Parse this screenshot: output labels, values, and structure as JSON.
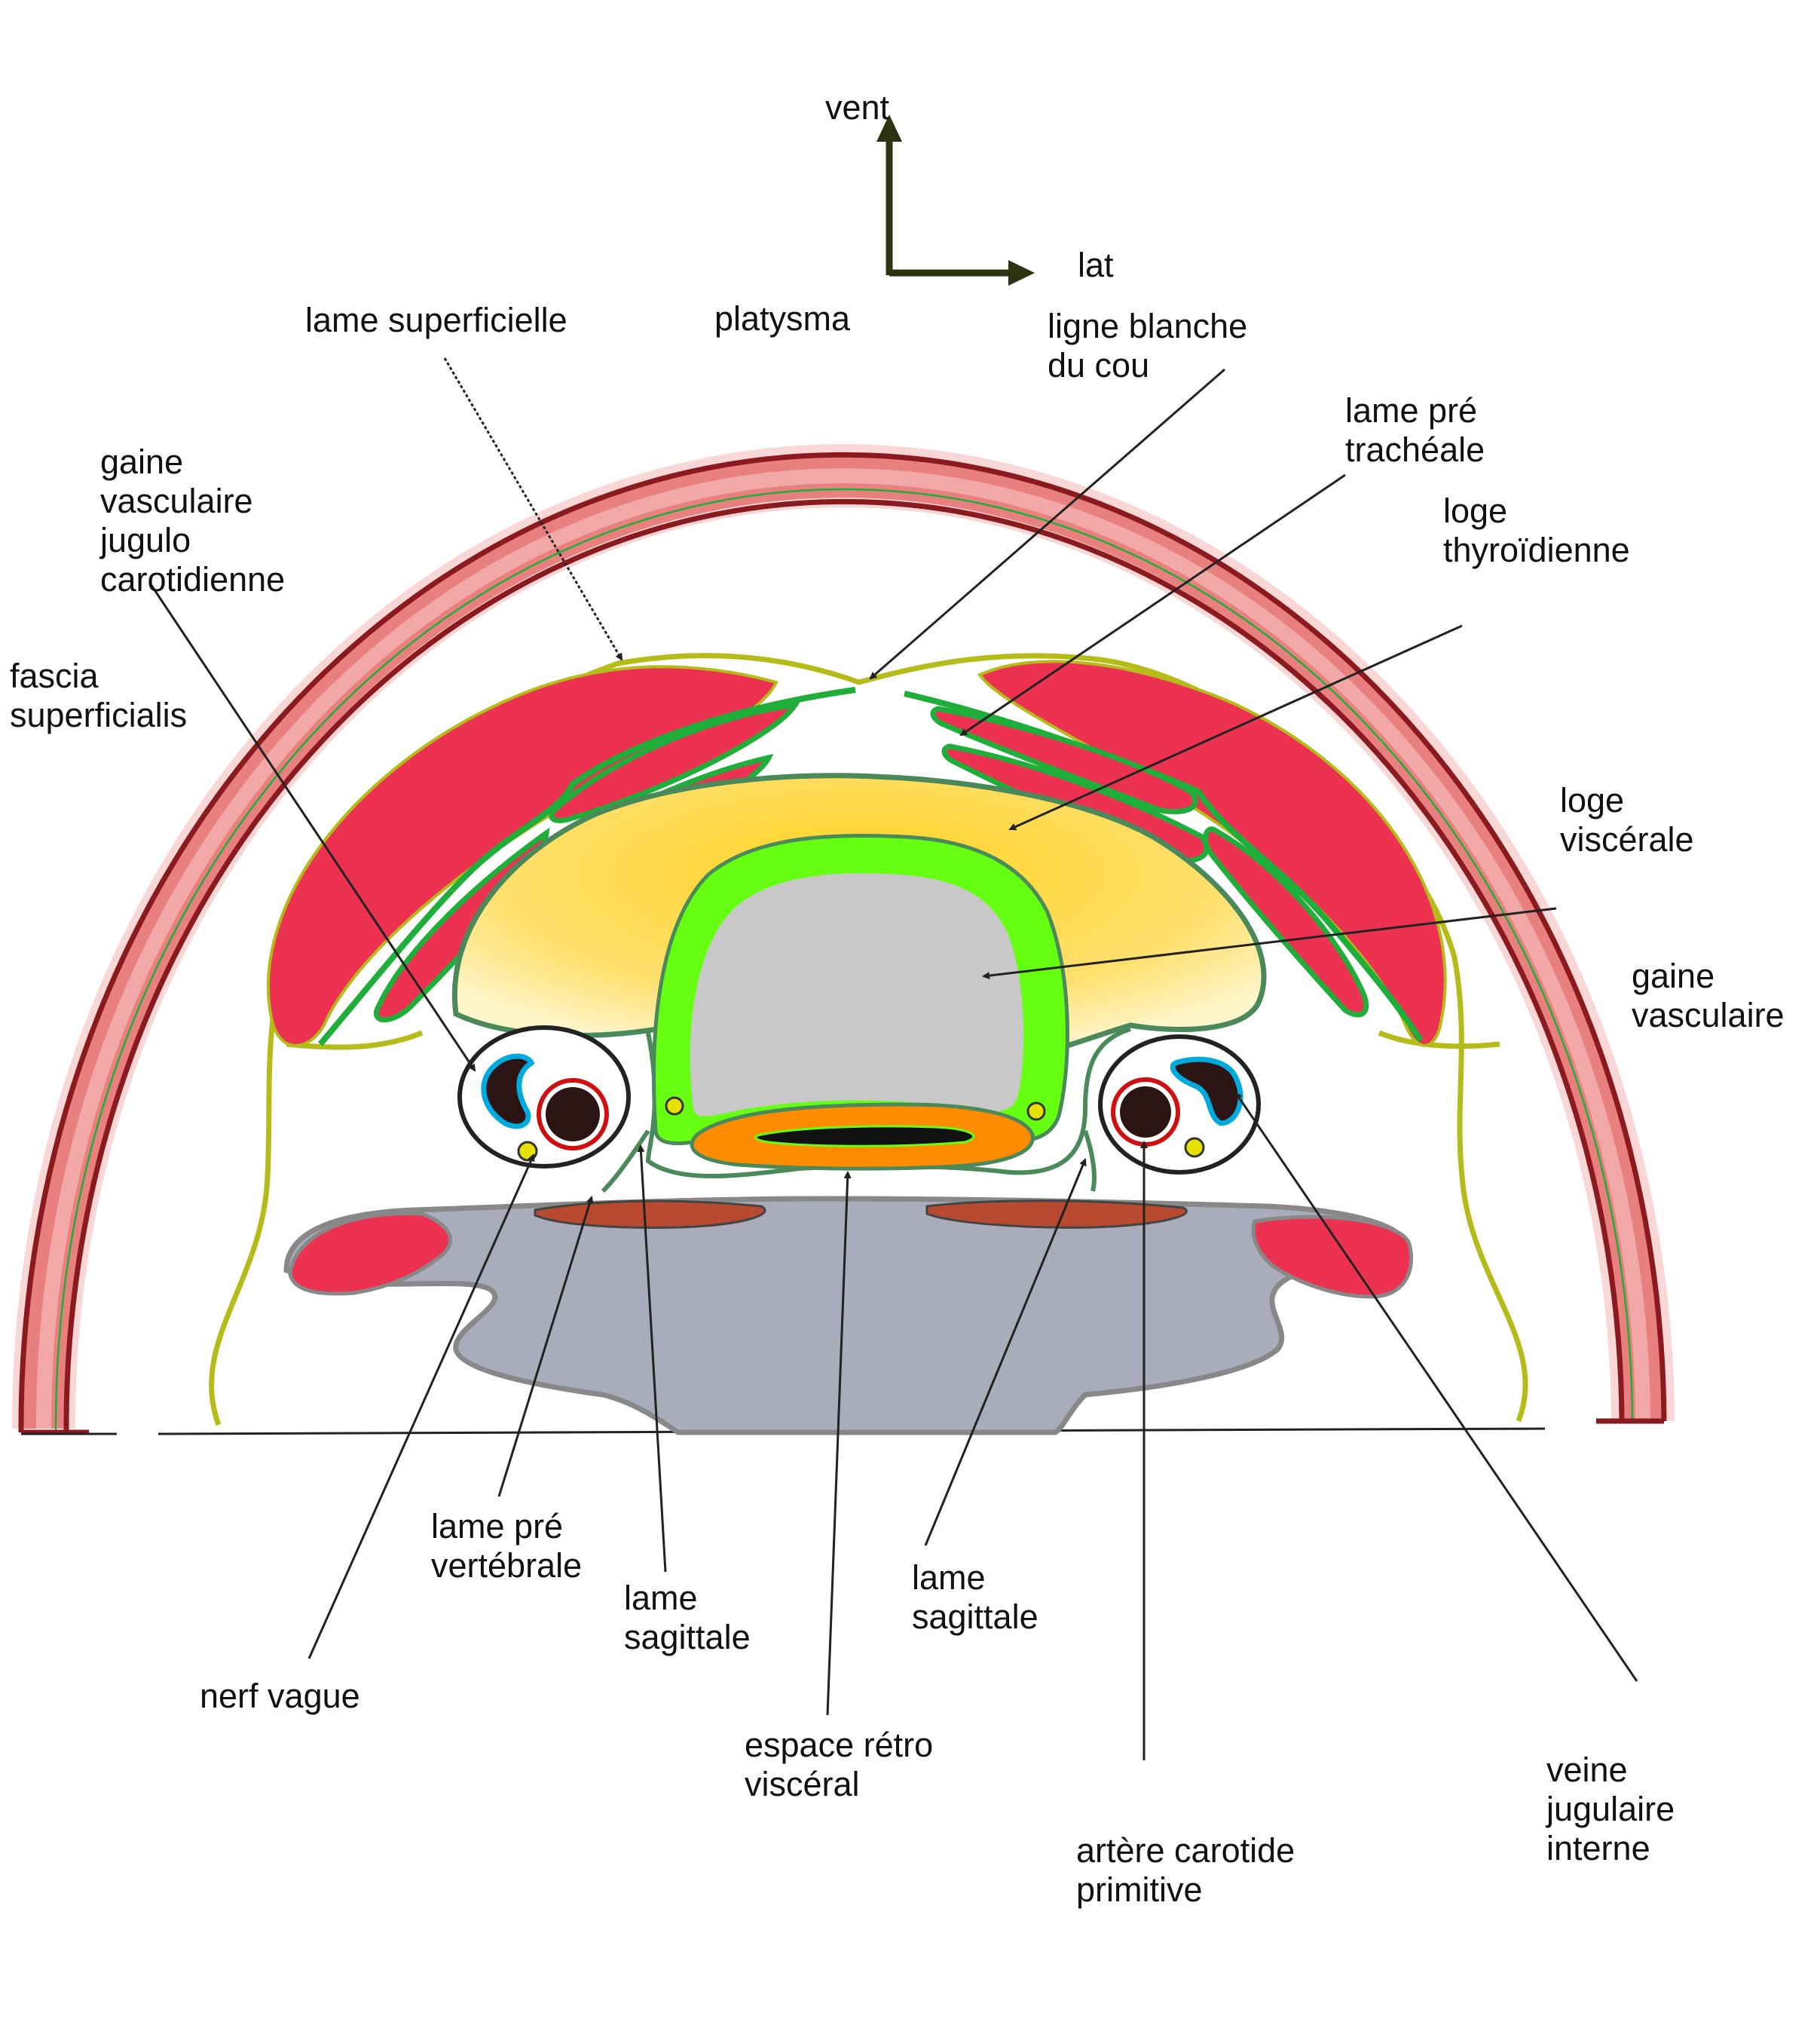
{
  "orientation": {
    "up": "vent",
    "right": "lat"
  },
  "labels": {
    "lame_superficielle": [
      "lame superficielle"
    ],
    "platysma": [
      "platysma"
    ],
    "ligne_blanche": [
      "ligne blanche",
      "du cou"
    ],
    "lame_pre_tracheale": [
      "lame pré",
      "trachéale"
    ],
    "loge_thyroidienne": [
      "loge",
      "thyroïdienne"
    ],
    "gaine_jugulo": [
      "gaine",
      "vasculaire",
      "jugulo",
      "carotidienne"
    ],
    "fascia_superficialis": [
      "fascia",
      "superficialis"
    ],
    "loge_viscerale": [
      "loge",
      "viscérale"
    ],
    "gaine_vasculaire": [
      "gaine",
      "vasculaire"
    ],
    "lame_pre_vertebrale": [
      "lame pré",
      "vertébrale"
    ],
    "lame_sagittale_left": [
      "lame",
      "sagittale"
    ],
    "lame_sagittale_right": [
      "lame",
      "sagittale"
    ],
    "nerf_vague": [
      "nerf vague"
    ],
    "espace_retro": [
      "espace rétro",
      "viscéral"
    ],
    "artere_carotide": [
      "artère carotide",
      "primitive"
    ],
    "veine_jugulaire": [
      "veine",
      "jugulaire",
      "interne"
    ]
  },
  "colors": {
    "skin_outline": "#8b1a1f",
    "skin_fill": "#e8807f",
    "muscle": "#ec3250",
    "fascia_superficial": "#b5bc1a",
    "fascia_green": "#1fae3a",
    "visceral_green": "#4a8a5a",
    "thyroid": "#ffd21f",
    "trachea_ring": "#66ff11",
    "trachea_lumen": "#c8c8c8",
    "esophagus": "#ff8c00",
    "vertebra": "#aaacbb",
    "prevertebral_muscle": "#b84a30",
    "artery_ring": "#d01010",
    "vessel_dark": "#2a1414",
    "nerve": "#e8e000",
    "arrow": "#2b3310"
  }
}
